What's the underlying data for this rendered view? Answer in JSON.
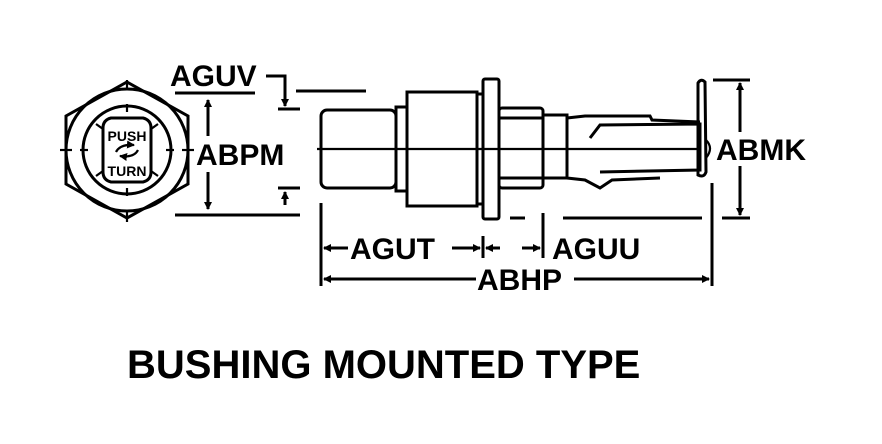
{
  "title": "BUSHING MOUNTED TYPE",
  "knob_text": {
    "top": "PUSH",
    "bottom": "TURN"
  },
  "dimensions": {
    "aguv": "AGUV",
    "abpm": "ABPM",
    "abmk": "ABMK",
    "agut": "AGUT",
    "aguu": "AGUU",
    "abhp": "ABHP"
  }
}
